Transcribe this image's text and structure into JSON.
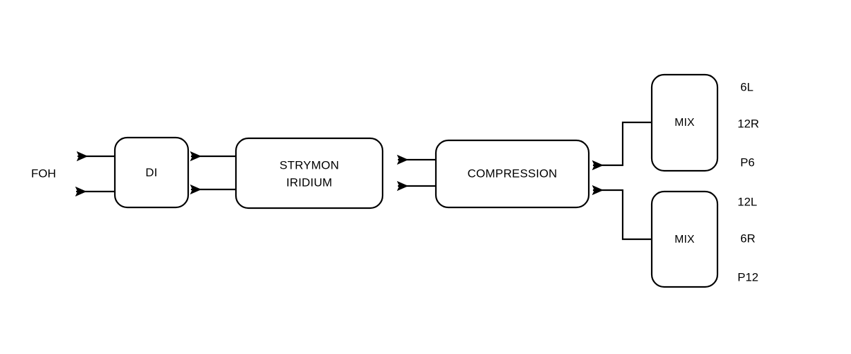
{
  "diagram": {
    "type": "signal-flow-block-diagram",
    "background_color": "#ffffff",
    "stroke_color": "#000000",
    "nodes": [
      {
        "id": "di",
        "label": "DI",
        "label_line2": ""
      },
      {
        "id": "strymon",
        "label": "STRYMON",
        "label_line2": "IRIDIUM"
      },
      {
        "id": "compression",
        "label": "COMPRESSION",
        "label_line2": ""
      },
      {
        "id": "mix_top",
        "label": "MIX",
        "label_line2": ""
      },
      {
        "id": "mix_bottom",
        "label": "MIX",
        "label_line2": ""
      }
    ],
    "output_label": "FOH",
    "mix_top_outputs": [
      "6L",
      "12R",
      "P6"
    ],
    "mix_bottom_outputs": [
      "12L",
      "6R",
      "P12"
    ],
    "flow_order": [
      "MIX",
      "COMPRESSION",
      "STRYMON IRIDIUM",
      "DI",
      "FOH"
    ]
  }
}
